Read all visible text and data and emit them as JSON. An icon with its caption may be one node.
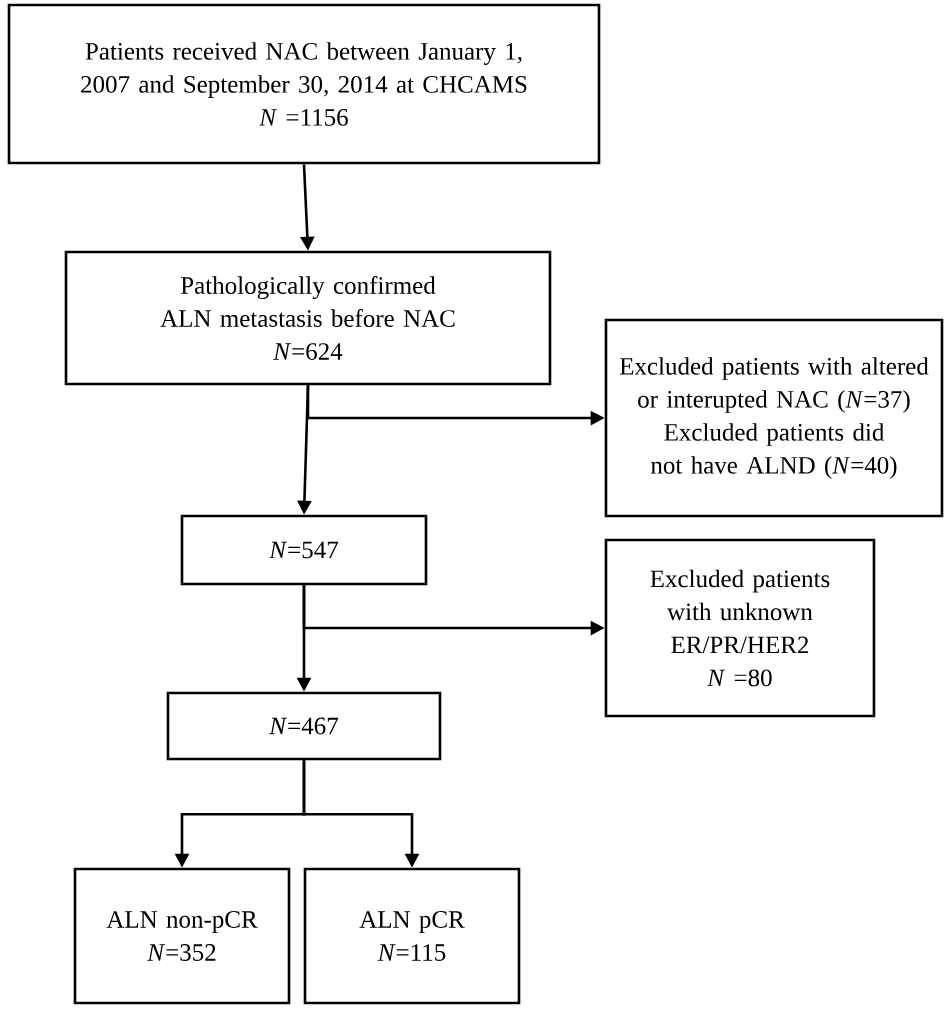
{
  "diagram": {
    "nodes": [
      {
        "text": [
          "Patients received NAC between January 1, 2007 and September 30, 2014 at CHCAMS",
          "*N* =1156"
        ]
      },
      {
        "text": [
          "Pathologically confirmed ALN metastasis before NAC",
          "*N*=624"
        ]
      },
      {
        "text": [
          "Excluded patients with altered or interupted NAC (*N*=37)",
          "Excluded patients did not have ALND (*N*=40)"
        ]
      },
      {
        "text": [
          "*N*=547"
        ]
      },
      {
        "text": [
          "Excluded patients with unknown ER/PR/HER2",
          "*N* =80"
        ]
      },
      {
        "text": [
          "*N*=467"
        ]
      },
      {
        "text": [
          "ALN non-pCR",
          "*N*=352"
        ]
      },
      {
        "text": [
          "ALN pCR",
          "*N*=115"
        ]
      }
    ],
    "edges": [
      {
        "from": 0,
        "to": 1,
        "arrow": "to"
      },
      {
        "from": 1,
        "to": 3,
        "arrow": "to"
      },
      {
        "from": 1,
        "to": 2,
        "arrow": "to"
      },
      {
        "from": 3,
        "to": 5,
        "arrow": "to"
      },
      {
        "from": 3,
        "to": 4,
        "arrow": "to"
      },
      {
        "from": 5,
        "to": 6,
        "arrow": "to"
      },
      {
        "from": 5,
        "to": 7,
        "arrow": "to"
      }
    ]
  }
}
